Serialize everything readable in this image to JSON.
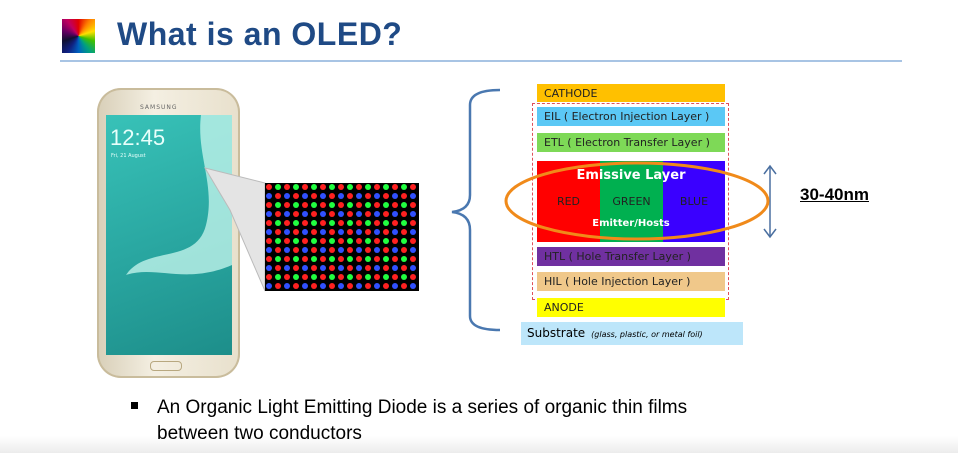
{
  "title": "What is an OLED?",
  "phone": {
    "brand": "SAMSUNG",
    "time": "12:45",
    "date": "Fri, 21 August"
  },
  "layers": {
    "cathode": "CATHODE",
    "eil": "EIL ( Electron Injection Layer )",
    "etl": "ETL ( Electron Transfer Layer )",
    "emissive": "Emissive Layer",
    "red": "RED",
    "green": "GREEN",
    "blue": "BLUE",
    "emitter": "Emitter/Hosts",
    "htl": "HTL ( Hole Transfer Layer )",
    "hil": "HIL ( Hole Injection Layer )",
    "anode": "ANODE",
    "substrate": "Substrate",
    "substrate_note": "(glass, plastic, or metal foil)"
  },
  "thickness": "30-40nm",
  "bullet": [
    "An Organic Light Emitting Diode is a series of organic thin films",
    "between two conductors"
  ],
  "colors": {
    "title": "#1f4a85",
    "cathode": "#ffc000",
    "eil": "#5bc8f5",
    "etl": "#7ed957",
    "red": "#ff0000",
    "green": "#00b050",
    "blue": "#3a00ff",
    "htl": "#7030a0",
    "hil": "#f0c88a",
    "anode": "#ffff00",
    "ellipse": "#f08a1a"
  }
}
